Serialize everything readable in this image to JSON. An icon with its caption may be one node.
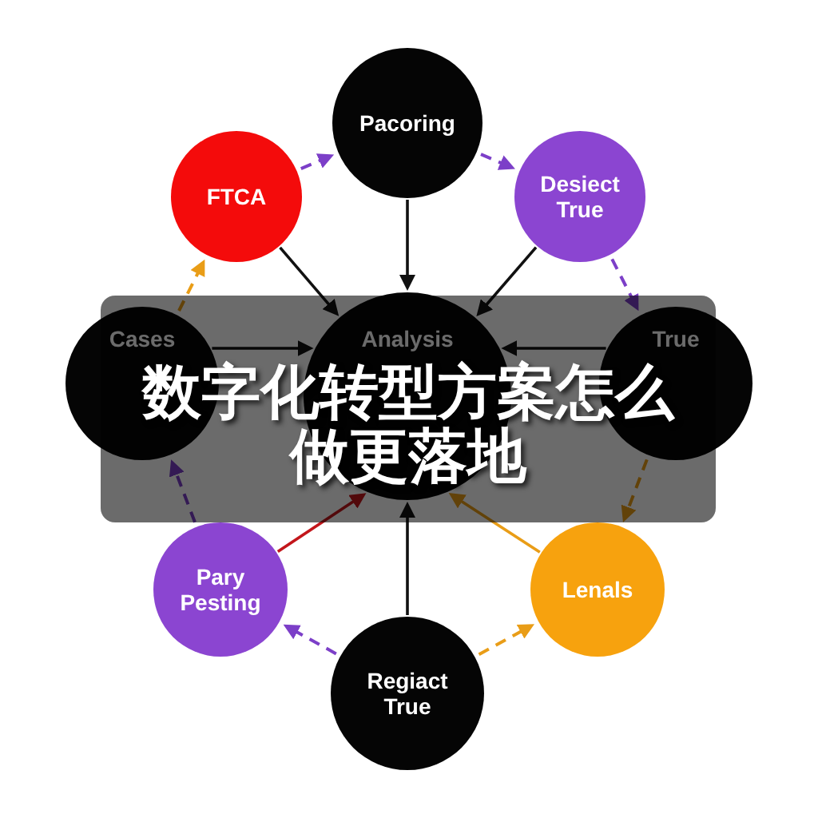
{
  "diagram": {
    "title": "数字化转型方案怎么做更落地",
    "nodes": [
      {
        "text": [
          "Pacoring"
        ]
      },
      {
        "text": [
          "FTCA"
        ]
      },
      {
        "text": [
          "Desiect True"
        ]
      },
      {
        "text": [
          "Cases"
        ]
      },
      {
        "text": [
          "Analysis"
        ]
      },
      {
        "text": [
          "True"
        ]
      },
      {
        "text": [
          "Pary Pesting"
        ]
      },
      {
        "text": [
          "Lenals"
        ]
      },
      {
        "text": [
          "Regiact True"
        ]
      }
    ],
    "edges": [
      {
        "from": 0,
        "to": 4,
        "arrow": "to"
      },
      {
        "from": 1,
        "to": 4,
        "arrow": "to"
      },
      {
        "from": 2,
        "to": 4,
        "arrow": "to"
      },
      {
        "from": 3,
        "to": 4,
        "arrow": "to"
      },
      {
        "from": 5,
        "to": 4,
        "arrow": "to"
      },
      {
        "from": 6,
        "to": 4,
        "arrow": "to",
        "color": "#c3161b"
      },
      {
        "from": 7,
        "to": 4,
        "arrow": "to",
        "color": "#e99d17"
      },
      {
        "from": 8,
        "to": 4,
        "arrow": "to"
      },
      {
        "from": 1,
        "to": 0,
        "arrow": "to",
        "style": "dashed",
        "color": "#7c3fc8"
      },
      {
        "from": 0,
        "to": 2,
        "arrow": "to",
        "style": "dashed",
        "color": "#7c3fc8"
      },
      {
        "from": 2,
        "to": 5,
        "arrow": "to",
        "style": "dashed",
        "color": "#7c3fc8"
      },
      {
        "from": 5,
        "to": 7,
        "arrow": "to",
        "style": "dashed",
        "color": "#e99d17"
      },
      {
        "from": 8,
        "to": 7,
        "arrow": "to",
        "style": "dashed",
        "color": "#e99d17"
      },
      {
        "from": 8,
        "to": 6,
        "arrow": "to",
        "style": "dashed",
        "color": "#7c3fc8"
      },
      {
        "from": 6,
        "to": 3,
        "arrow": "to",
        "style": "dashed",
        "color": "#7c3fc8"
      },
      {
        "from": 3,
        "to": 1,
        "arrow": "to",
        "style": "dashed",
        "color": "#e99d17"
      }
    ]
  }
}
